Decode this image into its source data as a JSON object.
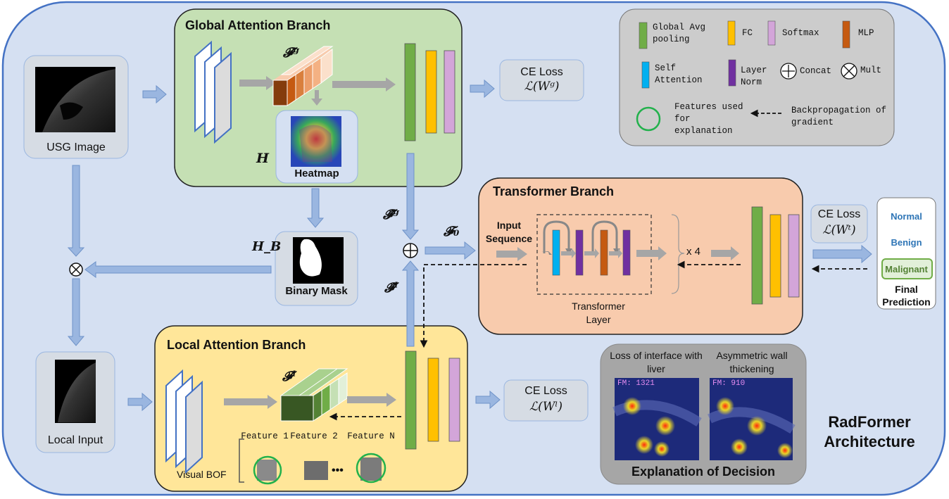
{
  "global_branch": {
    "title": "Global Attention Branch",
    "feature": "𝓕ᵍ",
    "heatmap_label": "Heatmap",
    "heatmap_symbol": "H"
  },
  "usg": {
    "label": "USG Image"
  },
  "global_loss": {
    "title": "CE Loss",
    "formula": "ℒ(Wᵍ)"
  },
  "legend": {
    "gap": "Global Avg pooling",
    "fc": "FC",
    "softmax": "Softmax",
    "mlp": "MLP",
    "self_attention": "Self Attention",
    "layer_norm": "Layer Norm",
    "concat": "Concat",
    "mult": "Mult",
    "features_explain": "Features used for explanation",
    "backprop": "Backpropagation of gradient"
  },
  "fusion": {
    "fg_hat": "𝓕̂ᵍ",
    "fl_hat": "𝓕̂ˡ",
    "f0": "𝓕₀",
    "hb": "H_B"
  },
  "binary_mask": {
    "label": "Binary Mask"
  },
  "transformer": {
    "title": "Transformer Branch",
    "input_seq": "Input Sequence",
    "layer_label": "Transformer Layer",
    "repeat": "x 4"
  },
  "trans_loss": {
    "title": "CE Loss",
    "formula": "ℒ(Wᵗ)"
  },
  "prediction": {
    "normal": "Normal",
    "benign": "Benign",
    "malignant": "Malignant",
    "label": "Final Prediction"
  },
  "local_input": {
    "label": "Local Input"
  },
  "local_branch": {
    "title": "Local Attention Branch",
    "feature": "𝓕ˡ",
    "visual_bof": "Visual BOF",
    "feat1": "Feature 1",
    "feat2": "Feature 2",
    "featn": "Feature N",
    "dots": "•••"
  },
  "local_loss": {
    "title": "CE Loss",
    "formula": "ℒ(Wˡ)"
  },
  "explanation": {
    "left_caption": "Loss of interface with liver",
    "right_caption": "Asymmetric wall thickening",
    "fm_left": "FM: 1321",
    "fm_right": "FM: 910",
    "title": "Explanation of Decision"
  },
  "radformer": {
    "title": "RadFormer Architecture"
  },
  "colors": {
    "green": "#70ad47",
    "yellow": "#ffc000",
    "pink": "#d3a5d9",
    "orange": "#c55a11",
    "blue": "#00b0f0",
    "purple": "#7030a0",
    "arrow": "#9ab6e0"
  }
}
